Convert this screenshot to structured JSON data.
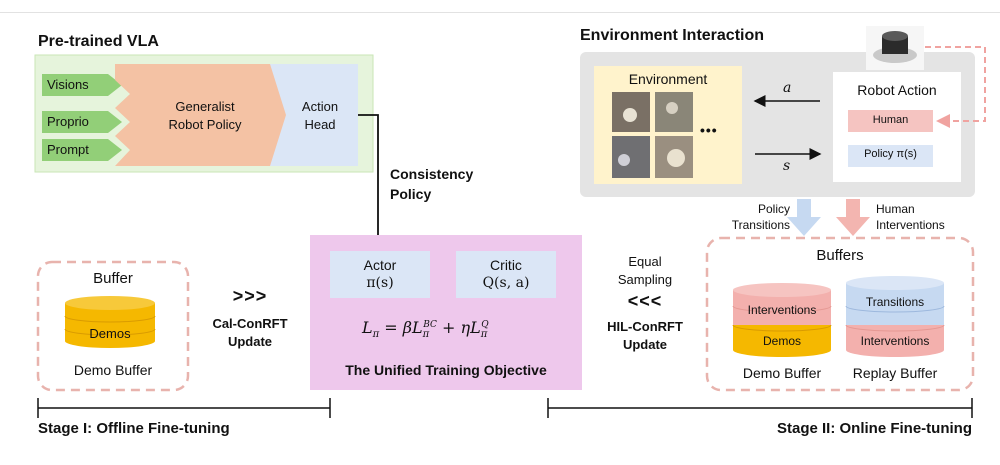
{
  "pretrained": {
    "title": "Pre-trained VLA",
    "inputs": [
      "Visions",
      "Proprio",
      "Prompt"
    ],
    "policy": "Generalist\nRobot Policy",
    "head": "Action\nHead"
  },
  "consistency_label": "Consistency\nPolicy",
  "environment": {
    "title": "Environment Interaction",
    "env_label": "Environment",
    "ellipsis": "•••",
    "action_symbol": "a",
    "state_symbol": "s",
    "robot_action_title": "Robot Action",
    "human": "Human",
    "policy": "Policy π(s)"
  },
  "policy_transitions": "Policy\nTransitions",
  "human_interventions": "Human\nInterventions",
  "buffer_left": {
    "title": "Buffer",
    "disk": "Demos",
    "caption": "Demo Buffer"
  },
  "cal_conrft": {
    "chevrons": ">>>",
    "label": "Cal-ConRFT\nUpdate"
  },
  "objective": {
    "actor_title": "Actor",
    "actor_expr": "π(s)",
    "critic_title": "Critic",
    "critic_expr": "Q(s, a)",
    "loss": "L",
    "loss_sub": "π",
    "equals": " = βL",
    "bc_sub": "π",
    "bc_sup": "BC",
    "plus": " + ηL",
    "q_sub": "π",
    "q_sup": "Q",
    "caption": "The Unified Training Objective"
  },
  "hil_conrft": {
    "equal_sampling": "Equal\nSampling",
    "chevrons": "<<<",
    "label": "HIL-ConRFT\nUpdate"
  },
  "buffers_right": {
    "title": "Buffers",
    "demo_disk_top": "Interventions",
    "demo_disk_bottom": "Demos",
    "demo_caption": "Demo Buffer",
    "replay_disk_top": "Transitions",
    "replay_disk_bottom": "Interventions",
    "replay_caption": "Replay Buffer"
  },
  "stage1": "Stage I: Offline Fine-tuning",
  "stage2": "Stage II: Online Fine-tuning",
  "colors": {
    "green_panel": "#e6f4dc",
    "green_input": "#92cf78",
    "salmon": "#f4c2a4",
    "light_blue": "#dbe6f6",
    "pink_panel": "#eec8ec",
    "gold": "#f5b800",
    "pink_disk": "#f3b0ad",
    "dash_red": "#e8b3ad",
    "env_gray": "#e4e4e4",
    "env_yellow": "#fff3cc"
  }
}
